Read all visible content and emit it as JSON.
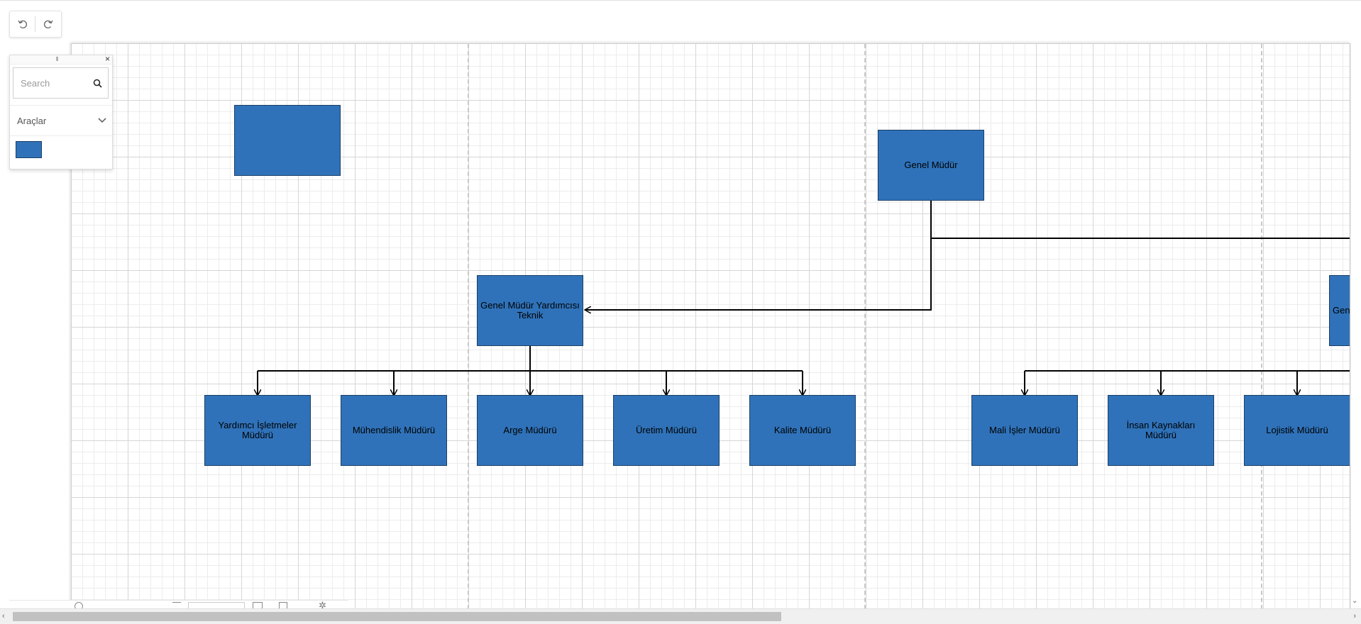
{
  "toolbar": {
    "undo_icon": "undo-icon",
    "redo_icon": "redo-icon"
  },
  "palette": {
    "search_placeholder": "Search",
    "section_label": "Araçlar",
    "close_symbol": "×",
    "grip_symbol": "⦀"
  },
  "diagram": {
    "nodes": {
      "empty_box": "",
      "genel_mudur": "Genel Müdür",
      "gmy_teknik_line1": "Genel Müdür Yardımcısı",
      "gmy_teknik_line2": "Teknik",
      "gmy_right": "Gen",
      "yardimci_line1": "Yardımcı İşletmeler",
      "yardimci_line2": "Müdürü",
      "muhendislik": "Mühendislik Müdürü",
      "arge": "Arge Müdürü",
      "uretim": "Üretim Müdürü",
      "kalite": "Kalite Müdürü",
      "mali_isler": "Mali İşler Müdürü",
      "insan_line1": "İnsan Kaynakları",
      "insan_line2": "Müdürü",
      "lojistik": "Lojistik Müdürü"
    },
    "colors": {
      "node_fill": "#2f72b9",
      "node_border": "#1c3f66",
      "connector": "#000000"
    }
  }
}
